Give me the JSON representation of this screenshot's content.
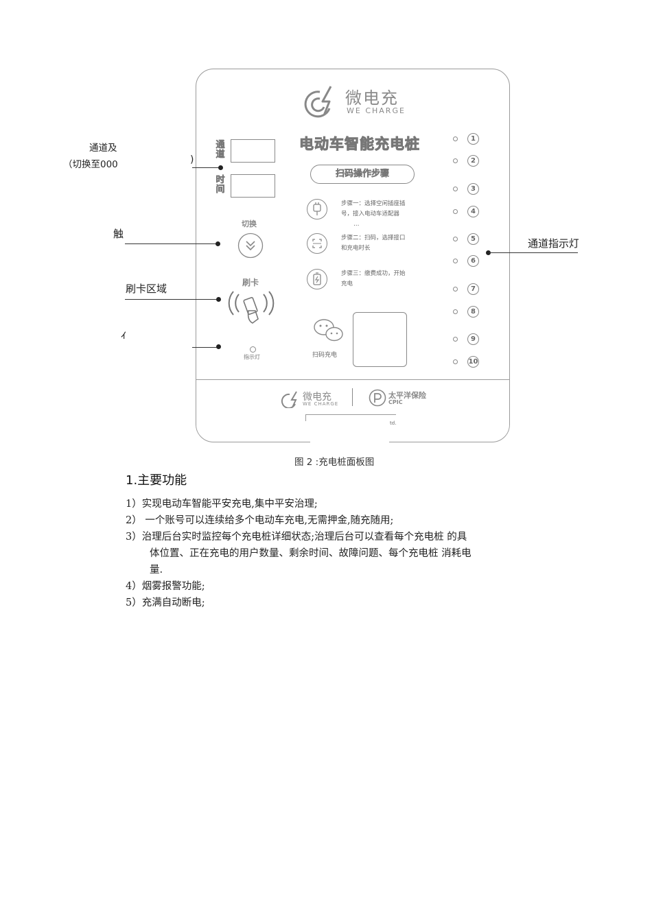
{
  "figure": {
    "brand_cn": "微电充",
    "brand_en": "WE CHARGE",
    "panel_title": "电动车智能充电桩",
    "label_channel": "通道",
    "label_time": "时间",
    "pill": "扫码操作步骤",
    "switch_label": "切换",
    "card_label": "刷卡",
    "indicator_label": "指示灯",
    "steps": [
      {
        "lines": [
          "步骤一：选择空闲插座插",
          "号，接入电动车适配器",
          "…"
        ],
        "icon": "plug-icon"
      },
      {
        "lines": [
          "步骤二：扫码，选择接口",
          "和充电时长"
        ],
        "icon": "scan-icon"
      },
      {
        "lines": [
          "步骤三：缴费成功，开始",
          "充电"
        ],
        "icon": "battery-icon"
      }
    ],
    "scan_label": "扫码充电",
    "channels": [
      "1",
      "2",
      "3",
      "4",
      "5",
      "6",
      "7",
      "8",
      "9",
      "10"
    ],
    "footer_brand_cn": "微电充",
    "footer_brand_en": "WE CHARGE",
    "footer_partner_cn": "太平洋保险",
    "footer_partner_en": "CPIC",
    "footer_fragment": "td."
  },
  "callouts": {
    "channel_time_1": "通道及 ",
    "channel_time_2": "（切换至000",
    "touch_key": "触",
    "card_area": "刷卡区域",
    "signal_light": "亻",
    "channel_indicator": "通道指示灯"
  },
  "caption": "图 2 :充电桩面板图",
  "section_heading": "1.主要功能",
  "items": [
    {
      "num": "1）",
      "text": "实现电动车智能平安充电,集中平安治理;"
    },
    {
      "num": "2）",
      "text": " 一个账号可以连续给多个电动车充电,无需押金,随充随用;"
    },
    {
      "num": "3）",
      "text": "治理后台实时监控每个充电桩详细状态;治理后台可以查看每个充电桩  的具",
      "cont": [
        "体位置、正在充电的用户数量、剩余时间、故障问题、每个充电桩  消耗电",
        "量."
      ]
    },
    {
      "num": "4）",
      "text": "烟雾报警功能;"
    },
    {
      "num": "5）",
      "text": "充满自动断电;"
    }
  ]
}
